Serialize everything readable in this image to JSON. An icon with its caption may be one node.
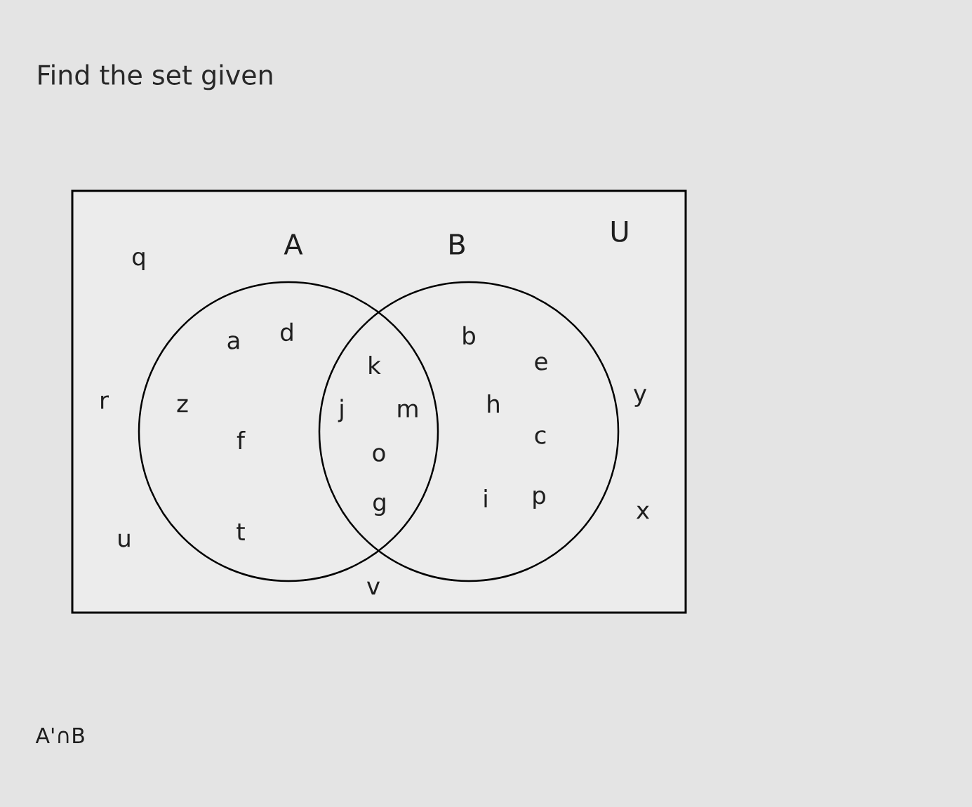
{
  "diagram": {
    "title": "Find the set given",
    "nodes": [
      {
        "text": [
          "U"
        ]
      },
      {
        "text": [
          "A"
        ],
        "in": 0
      },
      {
        "text": [
          "B"
        ],
        "in": 0
      }
    ],
    "labels": [
      "q",
      "a",
      "d",
      "b",
      "e",
      "k",
      "r",
      "z",
      "j",
      "m",
      "h",
      "y",
      "f",
      "c",
      "o",
      "g",
      "i",
      "p",
      "x",
      "u",
      "t",
      "v",
      "A'∩B"
    ]
  }
}
